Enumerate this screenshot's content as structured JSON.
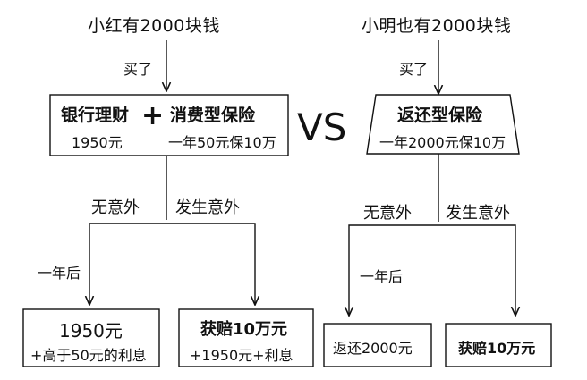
{
  "left": {
    "title": "小红有2000块钱",
    "bought": "买了",
    "box": {
      "item1": "银行理财",
      "item1_sub": "1950元",
      "plus": "+",
      "item2": "消费型保险",
      "item2_sub": "一年50元保10万"
    },
    "branch_no": "无意外",
    "branch_yes": "发生意外",
    "after": "一年后",
    "result_no": {
      "main": "1950元",
      "sub": "+高于50元的利息"
    },
    "result_yes": {
      "main": "获赔10万元",
      "sub": "+1950元+利息"
    }
  },
  "vs": "VS",
  "right": {
    "title": "小明也有2000块钱",
    "bought": "买了",
    "box": {
      "item": "返还型保险",
      "item_sub": "一年2000元保10万"
    },
    "branch_no": "无意外",
    "branch_yes": "发生意外",
    "after": "一年后",
    "result_no": {
      "main": "返还2000元"
    },
    "result_yes": {
      "main": "获赔10万元"
    }
  }
}
